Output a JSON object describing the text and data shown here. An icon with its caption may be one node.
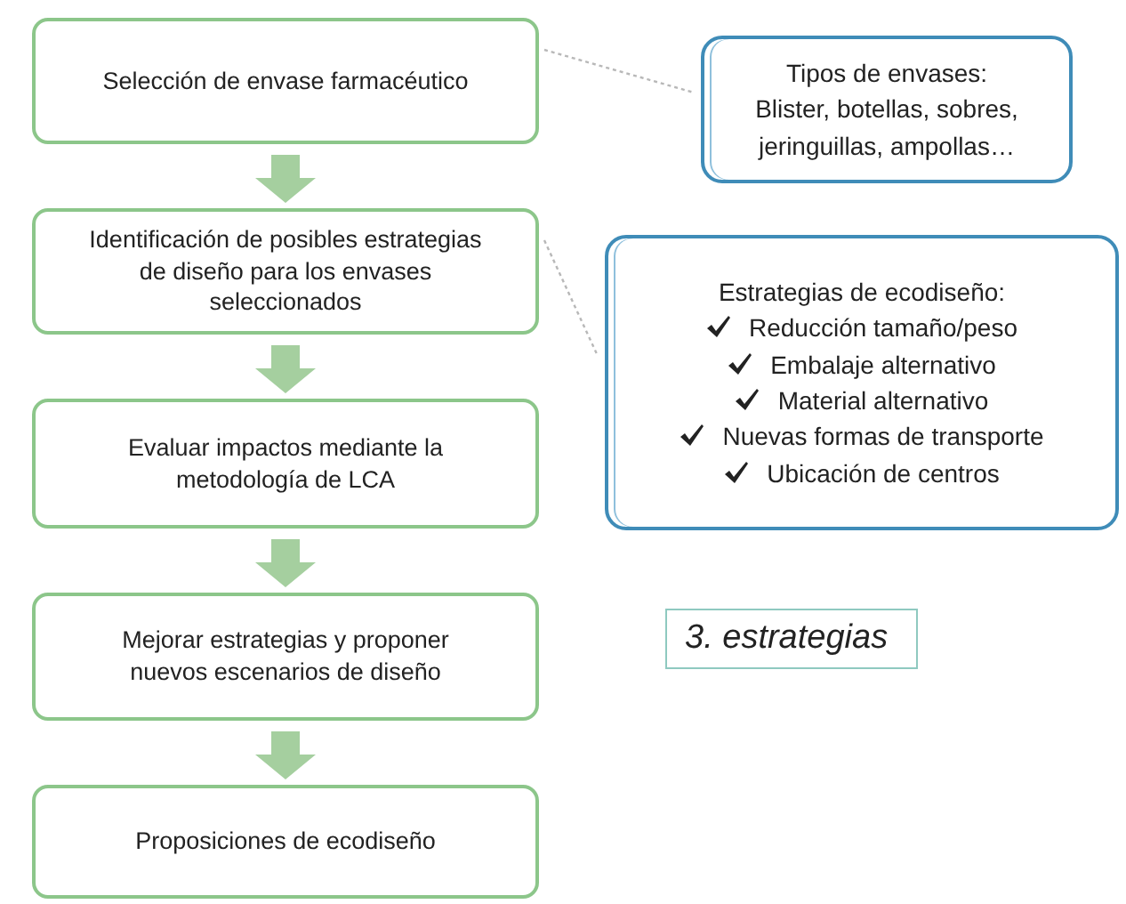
{
  "diagram": {
    "nodes": [
      {
        "text": [
          "Selección de envase farmacéutico"
        ]
      },
      {
        "text": [
          "Identificación de posibles estrategias de diseño para los envases seleccionados"
        ]
      },
      {
        "text": [
          "Evaluar impactos mediante la metodología de LCA"
        ]
      },
      {
        "text": [
          "Mejorar estrategias y proponer nuevos escenarios de diseño"
        ]
      },
      {
        "text": [
          "Proposiciones de ecodiseño"
        ]
      },
      {
        "text": [
          "Tipos de envases: Blister, botellas, sobres, jeringuillas, ampollas…"
        ]
      },
      {
        "text": [
          "Estrategias de ecodiseño:",
          "Reducción tamaño/peso",
          "Embalaje alternativo",
          "Material alternativo",
          "Nuevas formas de transporte",
          "Ubicación de centros"
        ]
      },
      {
        "text": [
          "3. estrategias"
        ]
      }
    ],
    "edges": [
      {
        "from": 0,
        "to": 1,
        "arrow": "to",
        "style": "thick"
      },
      {
        "from": 1,
        "to": 2,
        "arrow": "to",
        "style": "thick"
      },
      {
        "from": 2,
        "to": 3,
        "arrow": "to",
        "style": "thick"
      },
      {
        "from": 3,
        "to": 4,
        "arrow": "to",
        "style": "thick"
      },
      {
        "from": 0,
        "to": 5,
        "arrow": "none",
        "style": "dashed",
        "color": "#b8b8b8"
      },
      {
        "from": 1,
        "to": 6,
        "arrow": "none",
        "style": "dashed",
        "color": "#b8b8b8"
      }
    ]
  }
}
